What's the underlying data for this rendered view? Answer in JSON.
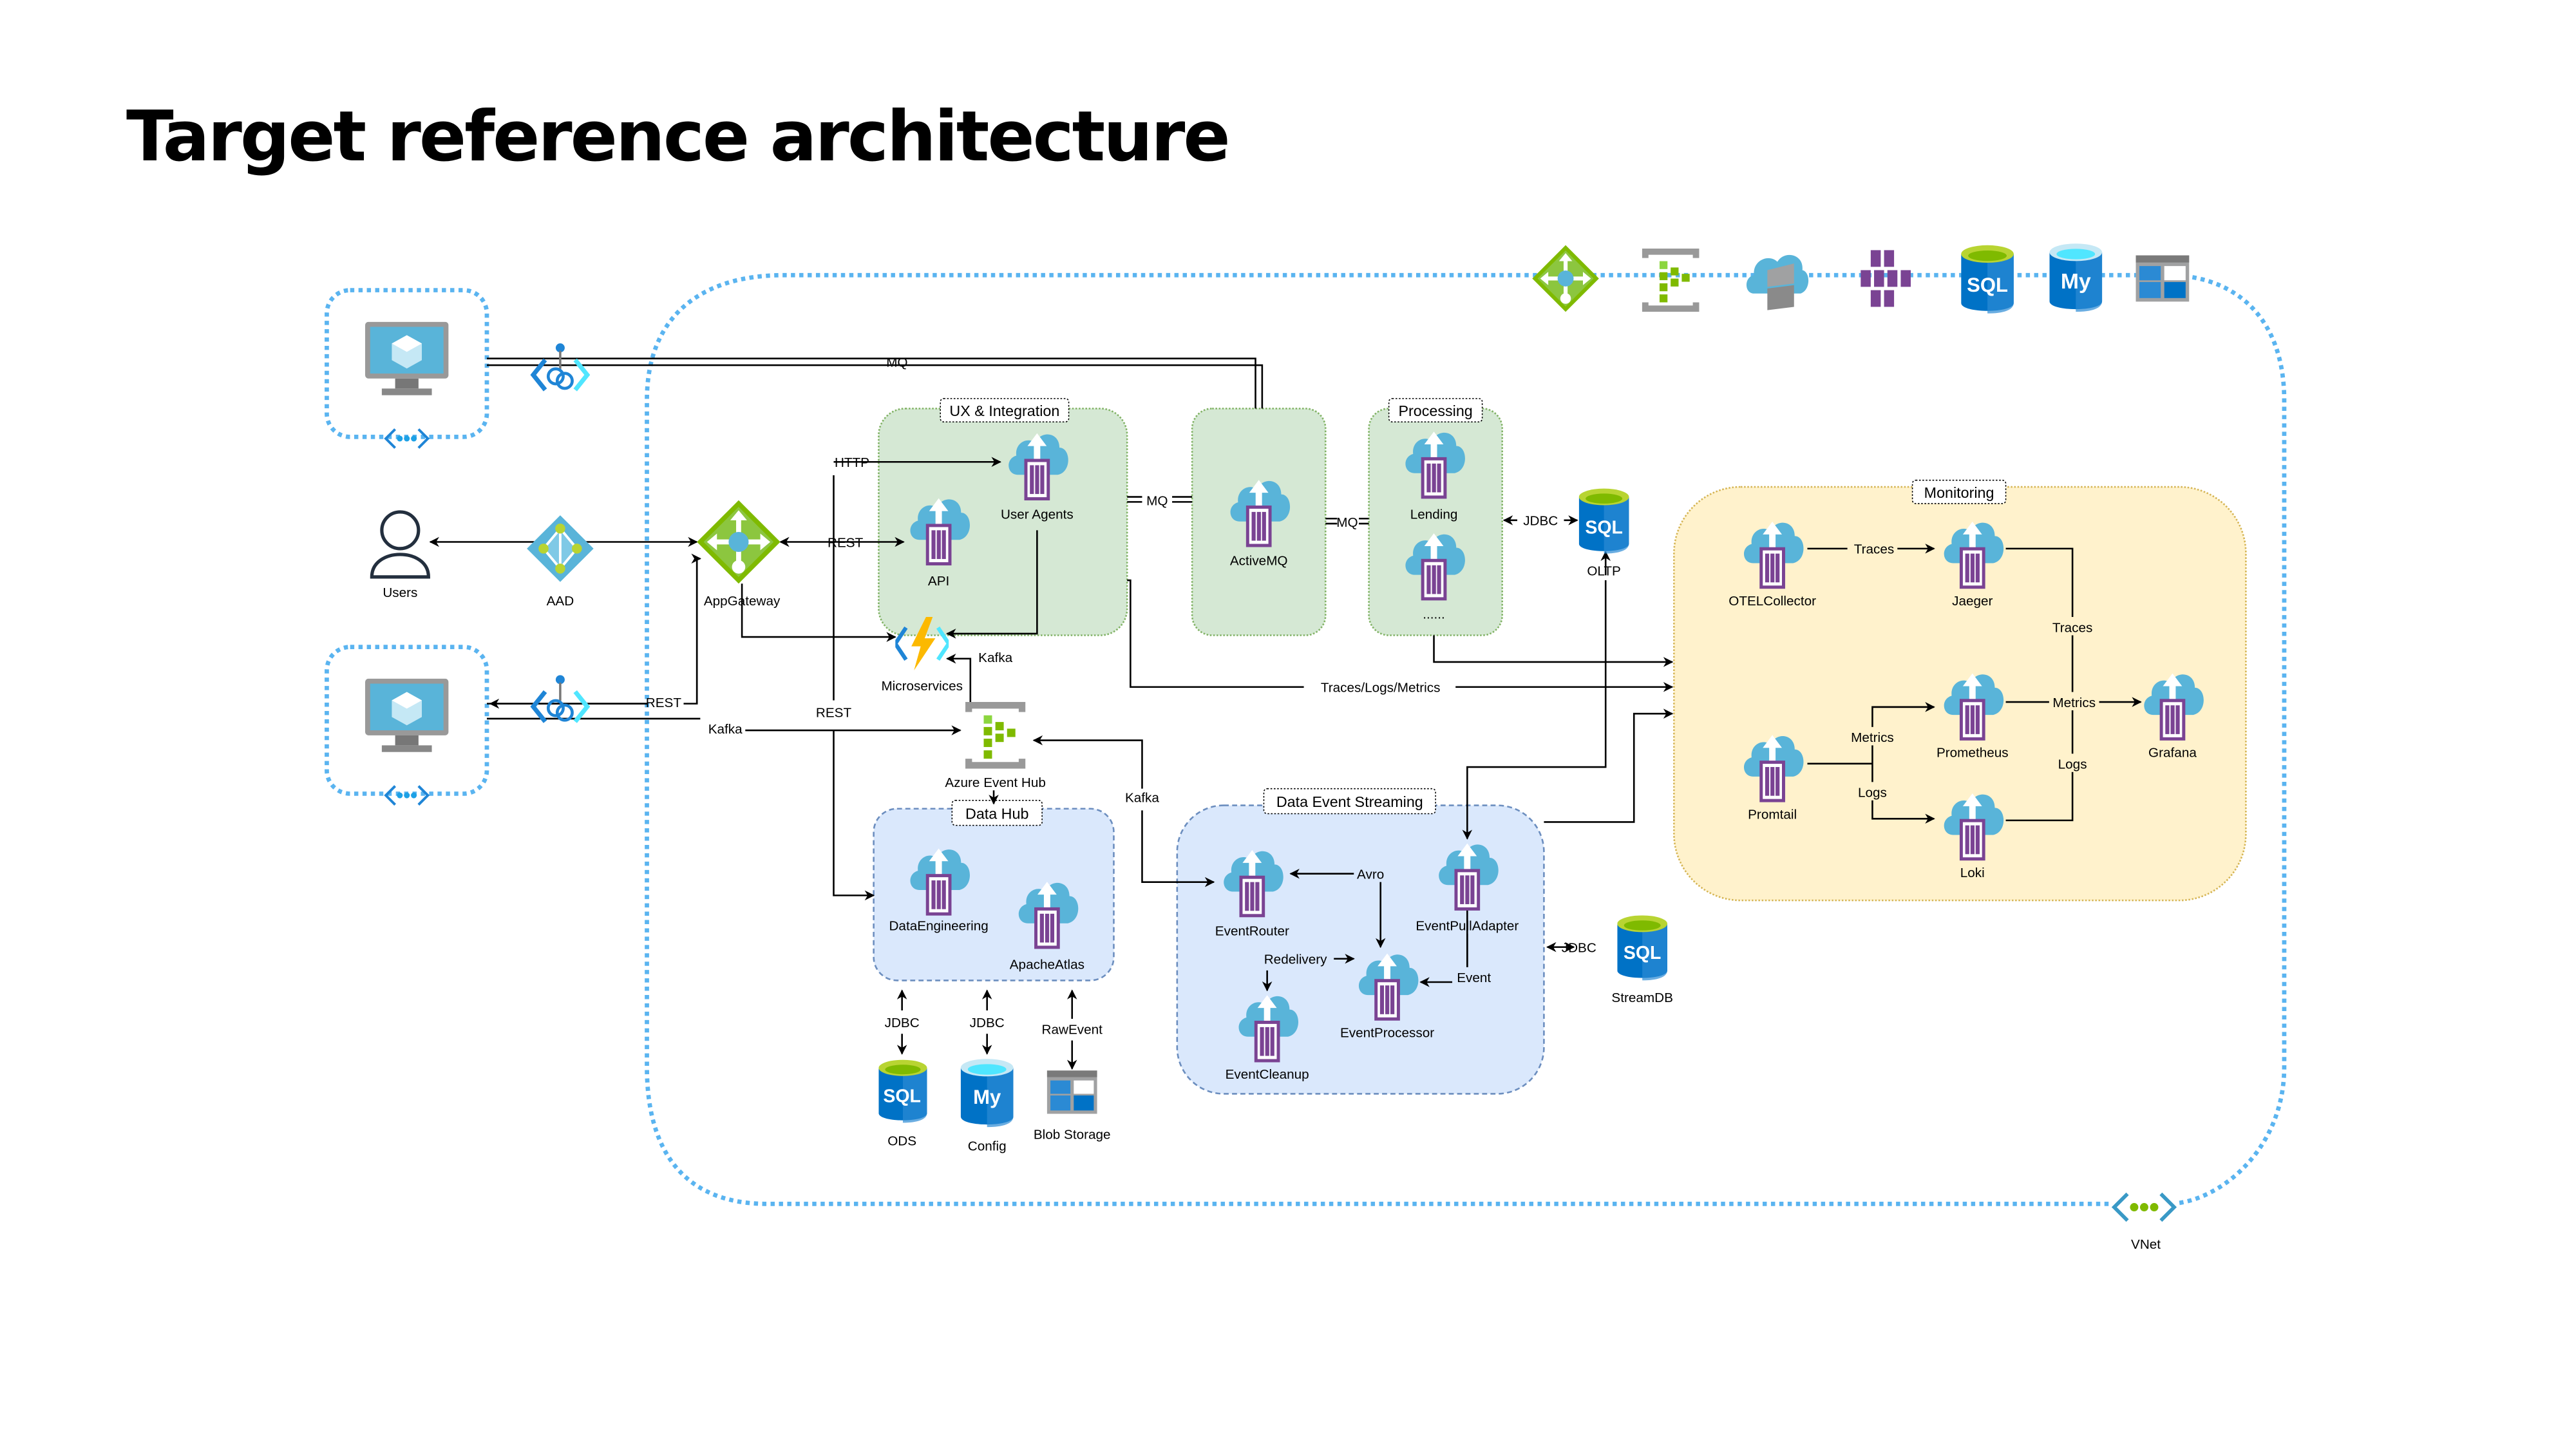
{
  "title": "Target reference architecture",
  "top_services": [
    {
      "name": "application-gateway-icon"
    },
    {
      "name": "event-hub-icon"
    },
    {
      "name": "container-registry-icon"
    },
    {
      "name": "kubernetes-service-icon"
    },
    {
      "name": "sql-database-icon",
      "text": "SQL"
    },
    {
      "name": "mysql-database-icon",
      "text": "My"
    },
    {
      "name": "storage-account-icon"
    }
  ],
  "left": {
    "users": "Users",
    "aad": "AAD",
    "appgateway": "AppGateway"
  },
  "groups": {
    "ux": "UX & Integration",
    "processing": "Processing",
    "monitoring": "Monitoring",
    "datahub": "Data Hub",
    "streaming": "Data Event Streaming"
  },
  "nodes": {
    "user_agents": "User Agents",
    "api": "API",
    "activemq": "ActiveMQ",
    "lending": "Lending",
    "more": "......",
    "oltp": "OLTP",
    "microservices": "Microservices",
    "event_hub": "Azure Event Hub",
    "data_engineering": "DataEngineering",
    "apache_atlas": "ApacheAtlas",
    "ods": "ODS",
    "config": "Config",
    "blob": "Blob Storage",
    "event_router": "EventRouter",
    "event_pull_adapter": "EventPullAdapter",
    "event_processor": "EventProcessor",
    "event_cleanup": "EventCleanup",
    "streamdb": "StreamDB",
    "otel": "OTELCollector",
    "jaeger": "Jaeger",
    "prometheus": "Prometheus",
    "grafana": "Grafana",
    "promtail": "Promtail",
    "loki": "Loki",
    "vnet": "VNet"
  },
  "db_text": {
    "sql": "SQL",
    "my": "My"
  },
  "edges": {
    "mq_top": "MQ",
    "http": "HTTP",
    "rest_gw": "REST",
    "mq_ux": "MQ",
    "mq_proc": "MQ",
    "jdbc_oltp": "JDBC",
    "rest_vm": "REST",
    "kafka_vm": "Kafka",
    "rest_de": "REST",
    "kafka_ms": "Kafka",
    "kafka_stream": "Kafka",
    "tlm": "Traces/Logs/Metrics",
    "jdbc_ods": "JDBC",
    "jdbc_config": "JDBC",
    "rawevent": "RawEvent",
    "avro": "Avro",
    "redelivery": "Redelivery",
    "event": "Event",
    "jdbc_stream": "JDBC",
    "traces1": "Traces",
    "traces2": "Traces",
    "metrics1": "Metrics",
    "metrics2": "Metrics",
    "logs1": "Logs",
    "logs2": "Logs"
  }
}
